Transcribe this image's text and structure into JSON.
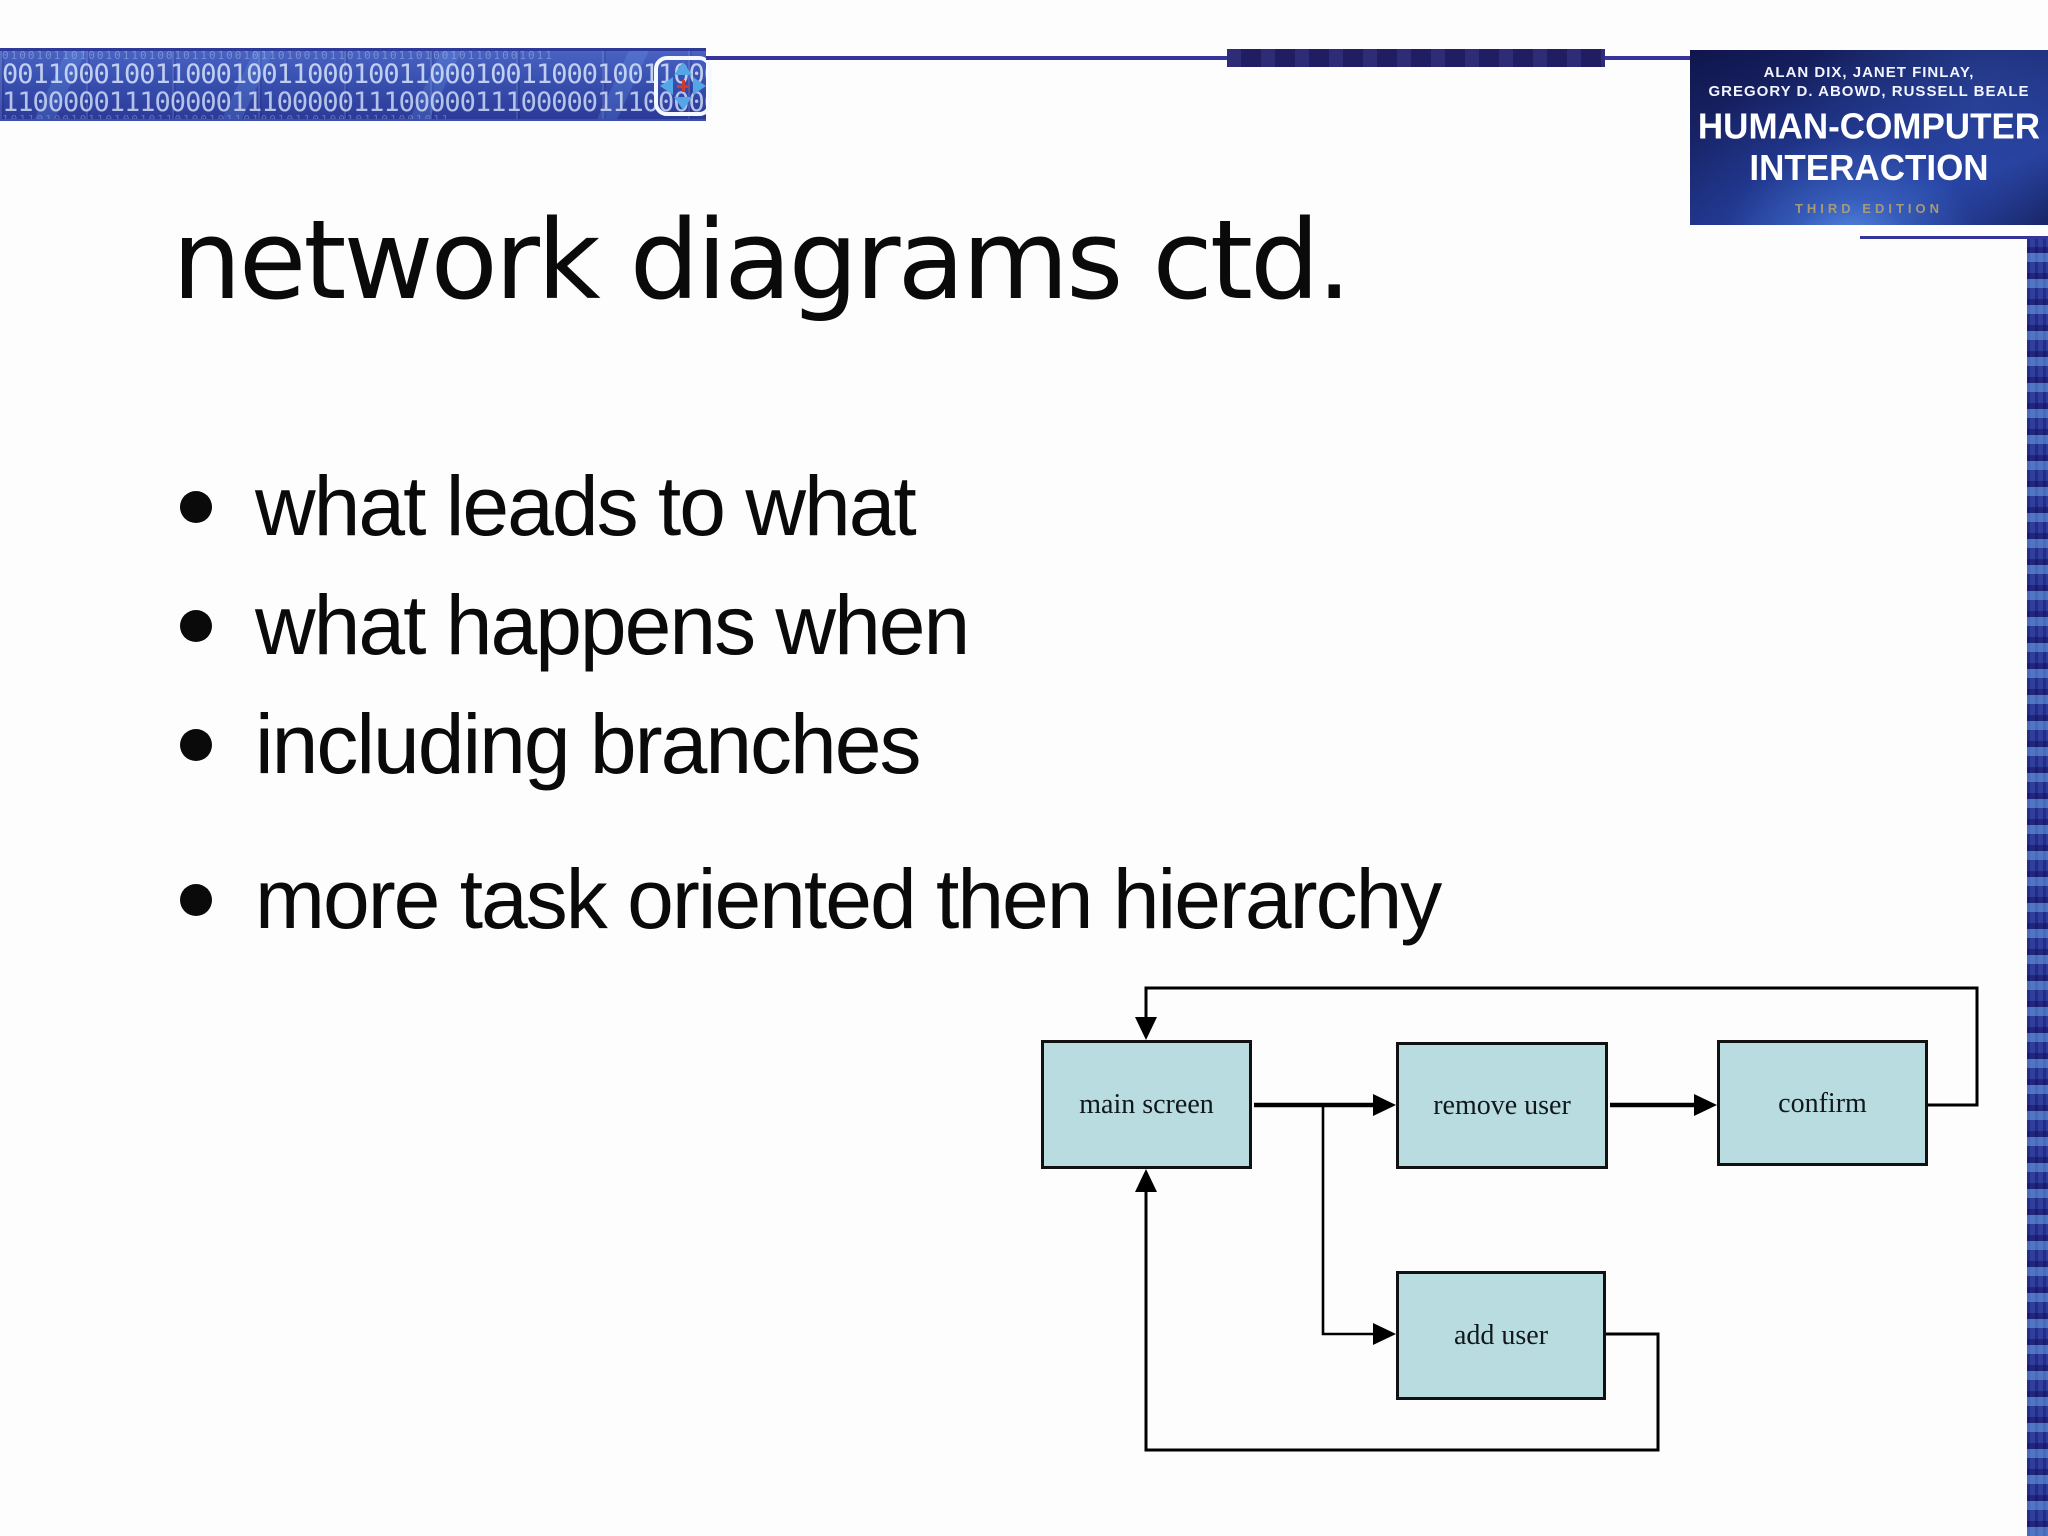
{
  "slide": {
    "title": "network diagrams ctd.",
    "bullets": [
      "what leads to what",
      "what happens when",
      "including branches",
      "more task oriented then hierarchy"
    ]
  },
  "banner": {
    "binary_row_faint_top": "0100101101001011010010110100101101001011010010110100101101001011",
    "binary_row_1": "0011000100110001001100010011000100110001001100010011",
    "binary_row_2": "1100000111000001110000011100000111000001110000011100",
    "binary_row_faint_bottom": "1011010010110100101101001011010010110100101101001011"
  },
  "book_cover": {
    "authors_line_1": "ALAN DIX, JANET FINLAY,",
    "authors_line_2": "GREGORY D. ABOWD, RUSSELL BEALE",
    "title_line_1": "HUMAN-COMPUTER",
    "title_line_2": "INTERACTION",
    "edition": "THIRD EDITION"
  },
  "diagram": {
    "nodes": [
      {
        "id": "main-screen",
        "label": "main screen"
      },
      {
        "id": "remove-user",
        "label": "remove user"
      },
      {
        "id": "confirm",
        "label": "confirm"
      },
      {
        "id": "add-user",
        "label": "add user"
      }
    ],
    "edges": [
      "main screen -> remove user",
      "remove user -> confirm",
      "main screen -> add user",
      "confirm -> main screen",
      "add user -> main screen"
    ]
  },
  "colors": {
    "strip_blue": "#3952b2",
    "bar_navy": "#201d62",
    "line_navy": "#35359c",
    "cover_navy": "#10164c",
    "edition_gold": "#a89a78",
    "nav_arrow_blue": "#54a6e6",
    "nav_center_red": "#cf3b2f",
    "node_fill": "#b9dce1",
    "text_black": "#0a0a0a"
  }
}
